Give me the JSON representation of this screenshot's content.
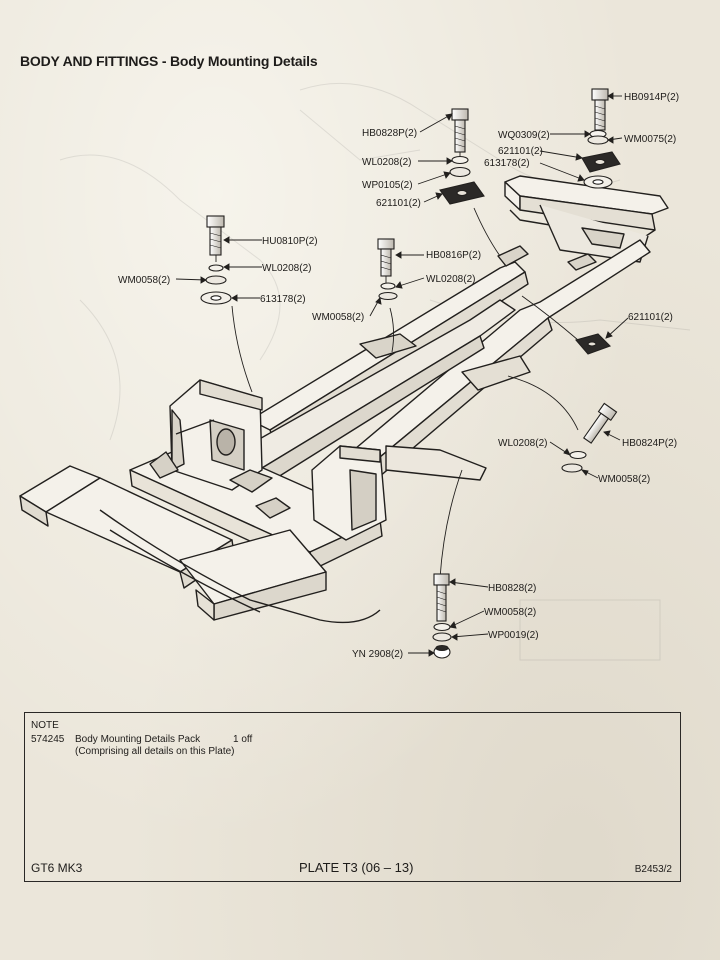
{
  "page": {
    "title": "BODY AND FITTINGS - Body Mounting Details"
  },
  "parts": {
    "hb0914p": "HB0914P(2)",
    "wq0309": "WQ0309(2)",
    "wm0075": "WM0075(2)",
    "p621101_top": "621101(2)",
    "p613178_top": "613178(2)",
    "hb0828p": "HB0828P(2)",
    "wl0208_a": "WL0208(2)",
    "wp0105": "WP0105(2)",
    "p621101_mid": "621101(2)",
    "hu0810p": "HU0810P(2)",
    "wl0208_b": "WL0208(2)",
    "wm0058_a": "WM0058(2)",
    "p613178_left": "613178(2)",
    "hb0816p": "HB0816P(2)",
    "wl0208_c": "WL0208(2)",
    "wm0058_b": "WM0058(2)",
    "p621101_right": "621101(2)",
    "wl0208_d": "WL0208(2)",
    "hb0824p": "HB0824P(2)",
    "wm0058_c": "WM0058(2)",
    "hb0828": "HB0828(2)",
    "wm0058_d": "WM0058(2)",
    "wp0019": "WP0019(2)",
    "yn2908": "YN 2908(2)"
  },
  "note": {
    "heading": "NOTE",
    "part_number": "574245",
    "description": "Body Mounting Details Pack",
    "quantity": "1 off",
    "comment": "(Comprising all details on this Plate)"
  },
  "footer": {
    "model": "GT6 MK3",
    "plate": "PLATE T3 (06 – 13)",
    "reference": "B2453/2"
  }
}
